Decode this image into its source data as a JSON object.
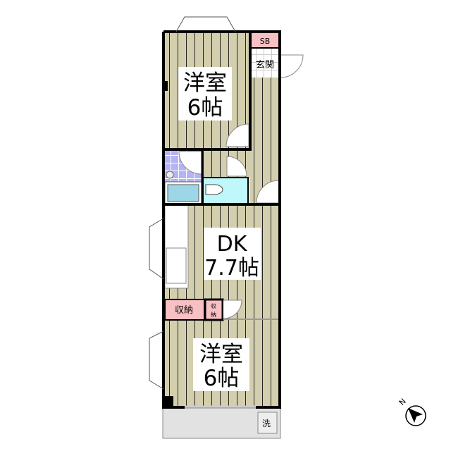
{
  "floorplan": {
    "rooms": {
      "western_room_top": {
        "name": "洋室",
        "size": "6帖"
      },
      "dk": {
        "name": "DK",
        "size": "7.7帖"
      },
      "western_room_bottom": {
        "name": "洋室",
        "size": "6帖"
      }
    },
    "labels": {
      "shoe_box": "SB",
      "entrance": "玄関",
      "storage_large": "収納",
      "storage_small_1": "収",
      "storage_small_2": "納",
      "washer": "洗"
    },
    "colors": {
      "floor": "#d3cfae",
      "storage": "#f9c0c4",
      "bath": "#9dd6e6",
      "toilet": "#bff7fb",
      "tile": "#b4b4f5",
      "balcony": "#e2e2e2"
    },
    "compass": {
      "letter": "N"
    }
  }
}
